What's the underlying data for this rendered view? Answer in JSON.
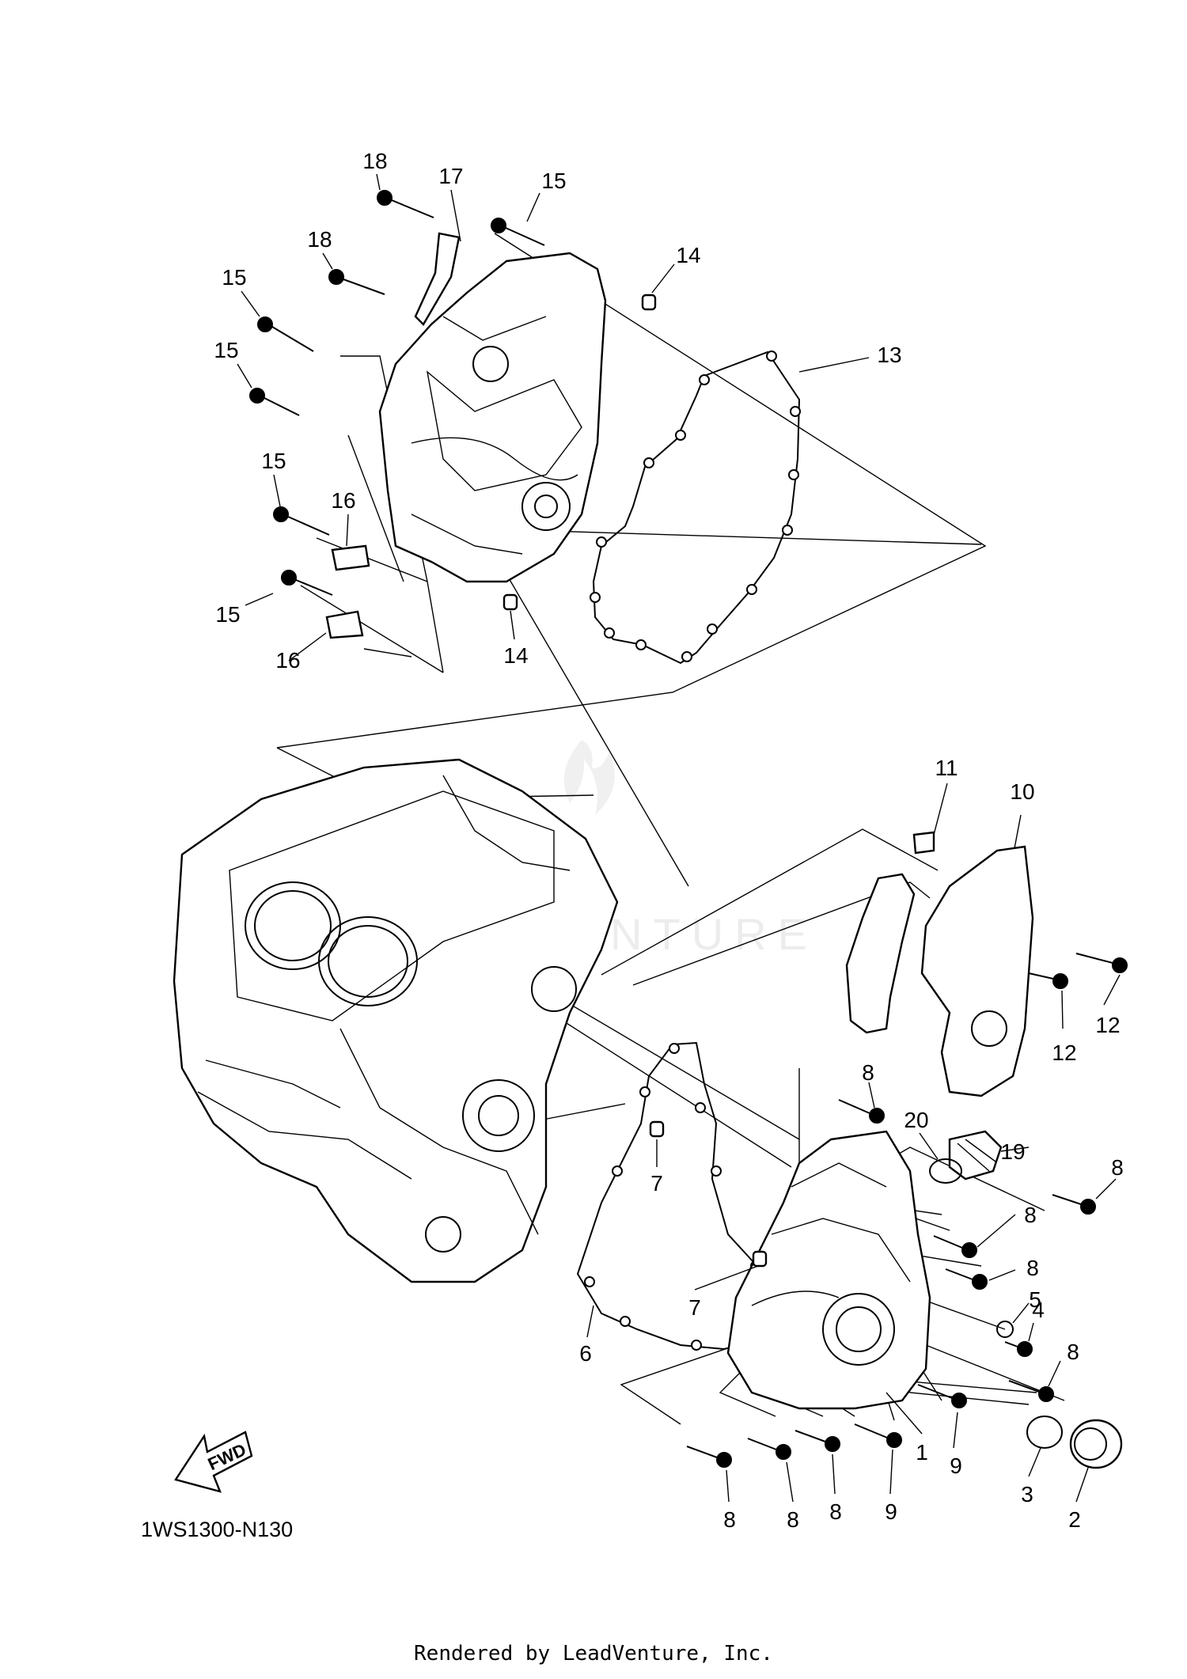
{
  "diagram": {
    "reference_code": "1WS1300-N130",
    "credit": "Rendered by LeadVenture, Inc.",
    "fwd_label": "FWD",
    "watermark": "LEADVENTURE",
    "colors": {
      "line": "#000000",
      "background": "#ffffff"
    },
    "part_labels": [
      {
        "id": "c1",
        "text": "18"
      },
      {
        "id": "c2",
        "text": "17"
      },
      {
        "id": "c3",
        "text": "15"
      },
      {
        "id": "c4",
        "text": "14"
      },
      {
        "id": "c5",
        "text": "18"
      },
      {
        "id": "c6",
        "text": "15"
      },
      {
        "id": "c7",
        "text": "13"
      },
      {
        "id": "c8",
        "text": "15"
      },
      {
        "id": "c9",
        "text": "15"
      },
      {
        "id": "c10",
        "text": "16"
      },
      {
        "id": "c11",
        "text": "15"
      },
      {
        "id": "c12",
        "text": "16"
      },
      {
        "id": "c13",
        "text": "14"
      },
      {
        "id": "c14",
        "text": "11"
      },
      {
        "id": "c15",
        "text": "10"
      },
      {
        "id": "c16",
        "text": "12"
      },
      {
        "id": "c17",
        "text": "12"
      },
      {
        "id": "c18",
        "text": "8"
      },
      {
        "id": "c19",
        "text": "20"
      },
      {
        "id": "c20",
        "text": "19"
      },
      {
        "id": "c21",
        "text": "8"
      },
      {
        "id": "c22",
        "text": "7"
      },
      {
        "id": "c23",
        "text": "8"
      },
      {
        "id": "c24",
        "text": "8"
      },
      {
        "id": "c25",
        "text": "5"
      },
      {
        "id": "c26",
        "text": "7"
      },
      {
        "id": "c27",
        "text": "4"
      },
      {
        "id": "c28",
        "text": "6"
      },
      {
        "id": "c29",
        "text": "8"
      },
      {
        "id": "c30",
        "text": "9"
      },
      {
        "id": "c31",
        "text": "1"
      },
      {
        "id": "c32",
        "text": "3"
      },
      {
        "id": "c33",
        "text": "2"
      },
      {
        "id": "c34",
        "text": "8"
      },
      {
        "id": "c35",
        "text": "8"
      },
      {
        "id": "c36",
        "text": "8"
      },
      {
        "id": "c37",
        "text": "9"
      }
    ]
  }
}
